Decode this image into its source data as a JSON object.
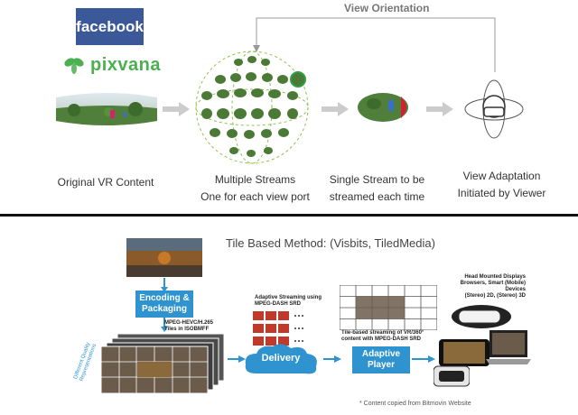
{
  "top": {
    "facebook_logo": "facebook",
    "pixvana_logo": "pixvana",
    "view_orientation": "View Orientation",
    "captions": {
      "original": "Original VR Content",
      "multiple_line1": "Multiple Streams",
      "multiple_line2": "One for each view port",
      "single_line1": "Single Stream to be",
      "single_line2": "streamed each time",
      "adaptation_line1": "View Adaptation",
      "adaptation_line2": "Initiated by Viewer"
    }
  },
  "bottom": {
    "title": "Tile Based Method: (Visbits, TiledMedia)",
    "encoding_line1": "Encoding &",
    "encoding_line2": "Packaging",
    "codec_line1": "MPEG-HEVC/H.265",
    "codec_line2": "Tiles in ISOBMFF",
    "quality_label": "Different Quality Representations",
    "adaptive_streaming_line1": "Adaptive Streaming using",
    "adaptive_streaming_line2": "MPEG-DASH SRD",
    "delivery": "Delivery",
    "tile_streaming_line1": "Tile-based streaming of VR/360°",
    "tile_streaming_line2": "content with MPEG-DASH SRD",
    "adaptive_player_line1": "Adaptive",
    "adaptive_player_line2": "Player",
    "devices_line1": "Head Mounted Displays",
    "devices_line2": "Browsers, Smart (Mobile) Devices",
    "devices_line3": "(Stereo) 2D, (Stereo) 3D",
    "footnote": "* Content copied from Bitmovin Website"
  },
  "colors": {
    "facebook_blue": "#3b5998",
    "pixvana_green": "#4caf50",
    "process_blue": "#2e93cf",
    "arrow_grey": "#cccccc"
  }
}
